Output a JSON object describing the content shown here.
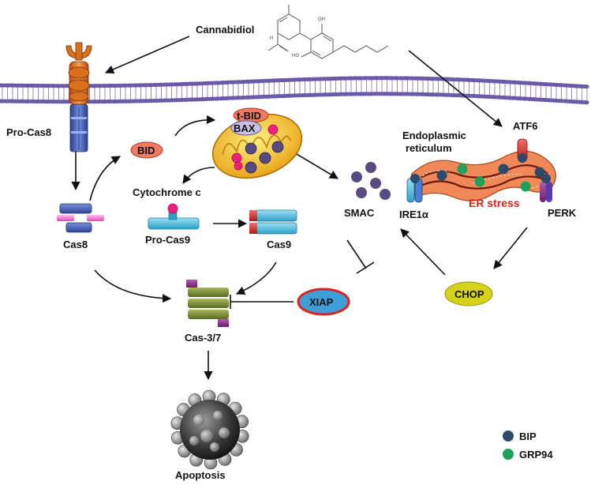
{
  "labels": {
    "cannabidiol": "Cannabidiol",
    "pro_cas8": "Pro-Cas8",
    "bid": "BID",
    "t_bid": "t-BID",
    "bax": "BAX",
    "cytochrome_c": "Cytochrome c",
    "pro_cas9": "Pro-Cas9",
    "cas8": "Cas8",
    "cas9": "Cas9",
    "smac": "SMAC",
    "xiap": "XIAP",
    "cas37": "Cas-3/7",
    "apoptosis": "Apoptosis",
    "er_line1": "Endoplasmic",
    "er_line2": "reticulum",
    "atf6": "ATF6",
    "ire1a": "IRE1α",
    "perk": "PERK",
    "er_stress": "ER stress",
    "chop": "CHOP"
  },
  "molecule": {
    "oh_top": "OH",
    "ho": "HO",
    "h": "H"
  },
  "legend": {
    "items": [
      {
        "label": "BIP",
        "color": "#2e4a6b"
      },
      {
        "label": "GRP94",
        "color": "#1fa25a"
      }
    ]
  },
  "colors": {
    "accent_red": "#e0201c",
    "bip": "#2e4a6b",
    "grp94": "#1fa25a",
    "bid_fill": "#f07a62",
    "chop_fill": "#d4d21a",
    "xiap_fill": "#3d9fd6",
    "membrane": "#8a7cc0"
  }
}
